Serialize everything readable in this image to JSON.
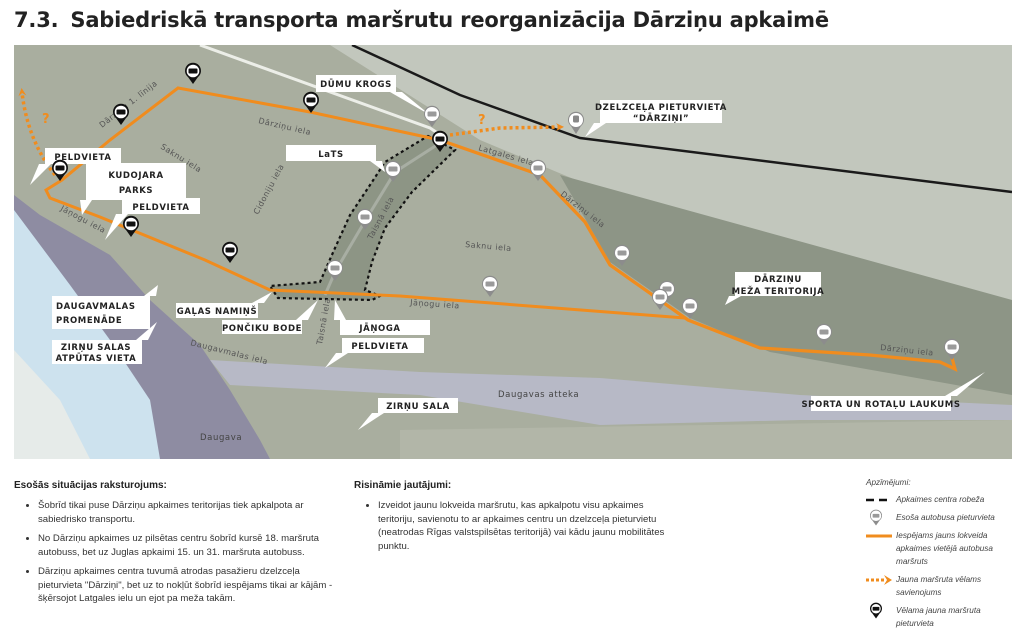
{
  "page": {
    "number": "7.3.",
    "title": "Sabiedriskā transporta maršrutu reorganizācija Dārziņu apkaimē"
  },
  "map": {
    "colors": {
      "route": "#f08c1e",
      "boundary": "#111111",
      "land": "#a9ae9f",
      "forest": "#8d9586",
      "water": "#b7b9c6",
      "river": "#cde2ee"
    },
    "places": [
      "DŪMU KROGS",
      "LaTS",
      "PELDVIETA",
      "KUDOJARA",
      "PARKS",
      "PELDVIETA",
      "DAUGAVMALAS",
      "PROMENĀDE",
      "ZIRŅU SALAS",
      "ATPŪTAS VIETA",
      "GAĻAS NAMIŅŠ",
      "PONČIKU BODE",
      "JĀŅOGA",
      "PELDVIETA",
      "ZIRŅU SALA",
      "DZELZCEĻA PIETURVIETA",
      "“DĀRZIŅI”",
      "DĀRZIŅU",
      "MEŽA TERITORIJA",
      "SPORTA UN ROTAĻU LAUKUMS"
    ],
    "streets": [
      "Dārziņu iela",
      "Dārziņu 1. līnija",
      "Saknu iela",
      "Cidoniju iela",
      "Jāņogu iela",
      "Taisnā iela",
      "Saknu iela",
      "Jāņogu iela",
      "Latgales iela",
      "Dārziņu iela",
      "Dārziņu iela",
      "Daugavmalas iela",
      "Taisnā iela"
    ],
    "water": [
      "Daugavas atteka",
      "Daugava"
    ],
    "question_mark": "?"
  },
  "sections": {
    "current": {
      "heading": "Esošās situācijas raksturojums:",
      "items": [
        "Šobrīd tikai puse Dārziņu apkaimes teritorijas tiek apkalpota ar sabiedrisko transportu.",
        "No Dārziņu apkaimes uz pilsētas centru šobrīd kursē 18. maršruta autobuss, bet uz Juglas apkaimi 15. un 31. maršruta autobuss.",
        "Dārziņu apkaimes centra tuvumā atrodas pasažieru dzelzceļa pieturvieta \"Dārziņi\", bet uz to nokļūt šobrīd iespējams tikai ar kājām - šķērsojot Latgales ielu un ejot pa meža takām."
      ]
    },
    "issues": {
      "heading": "Risināmie jautājumi:",
      "items": [
        "Izveidot jaunu lokveida maršrutu, kas apkalpotu visu apkaimes teritoriju, savienotu to ar apkaimes centru un dzelzceļa pieturvietu (neatrodas Rīgas valstspilsētas teritorijā) vai kādu jaunu mobilitātes punktu."
      ]
    }
  },
  "legend": {
    "title": "Apzīmējumi:",
    "items": [
      {
        "icon": "dashed-boundary-icon",
        "label": "Apkaimes centra robeža"
      },
      {
        "icon": "existing-bus-stop-icon",
        "label": "Esoša autobusa pieturvieta"
      },
      {
        "icon": "orange-route-line-icon",
        "label": "Iespējams jauns lokveida apkaimes vietējā autobusa maršruts"
      },
      {
        "icon": "dotted-arrow-icon",
        "label": "Jauna maršruta vēlams savienojums"
      },
      {
        "icon": "new-bus-stop-icon",
        "label": "Vēlama jauna maršruta pieturvieta"
      }
    ]
  }
}
